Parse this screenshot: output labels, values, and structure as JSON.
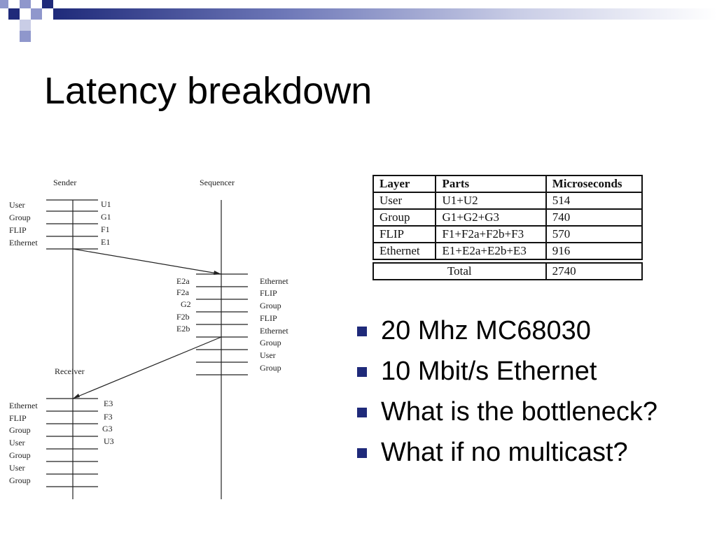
{
  "slide": {
    "title": "Latency breakdown"
  },
  "colors": {
    "accent": "#1f2a7a",
    "accent_light": "#8f97cc",
    "text": "#000000"
  },
  "diagram": {
    "sender": {
      "title": "Sender",
      "left_labels": [
        "User",
        "Group",
        "FLIP",
        "Ethernet"
      ],
      "right_labels": [
        "U1",
        "G1",
        "F1",
        "E1"
      ]
    },
    "sequencer": {
      "title": "Sequencer",
      "left_labels": [
        "E2a",
        "F2a",
        "G2",
        "F2b",
        "E2b"
      ],
      "right_labels": [
        "Ethernet",
        "FLIP",
        "Group",
        "FLIP",
        "Ethernet",
        "Group",
        "User",
        "Group"
      ]
    },
    "receiver": {
      "title": "Receiver",
      "left_labels": [
        "Ethernet",
        "FLIP",
        "Group",
        "User",
        "Group",
        "User",
        "Group"
      ],
      "right_labels": [
        "E3",
        "F3",
        "G3",
        "U3"
      ]
    }
  },
  "table": {
    "headers": [
      "Layer",
      "Parts",
      "Microseconds"
    ],
    "rows": [
      [
        "User",
        "U1+U2",
        "514"
      ],
      [
        "Group",
        "G1+G2+G3",
        "740"
      ],
      [
        "FLIP",
        "F1+F2a+F2b+F3",
        "570"
      ],
      [
        "Ethernet",
        "E1+E2a+E2b+E3",
        "916"
      ]
    ],
    "total_label": "Total",
    "total_value": "2740"
  },
  "bullets": [
    "20 Mhz MC68030",
    "10 Mbit/s Ethernet",
    "What is the bottleneck?",
    "What if no multicast?"
  ]
}
